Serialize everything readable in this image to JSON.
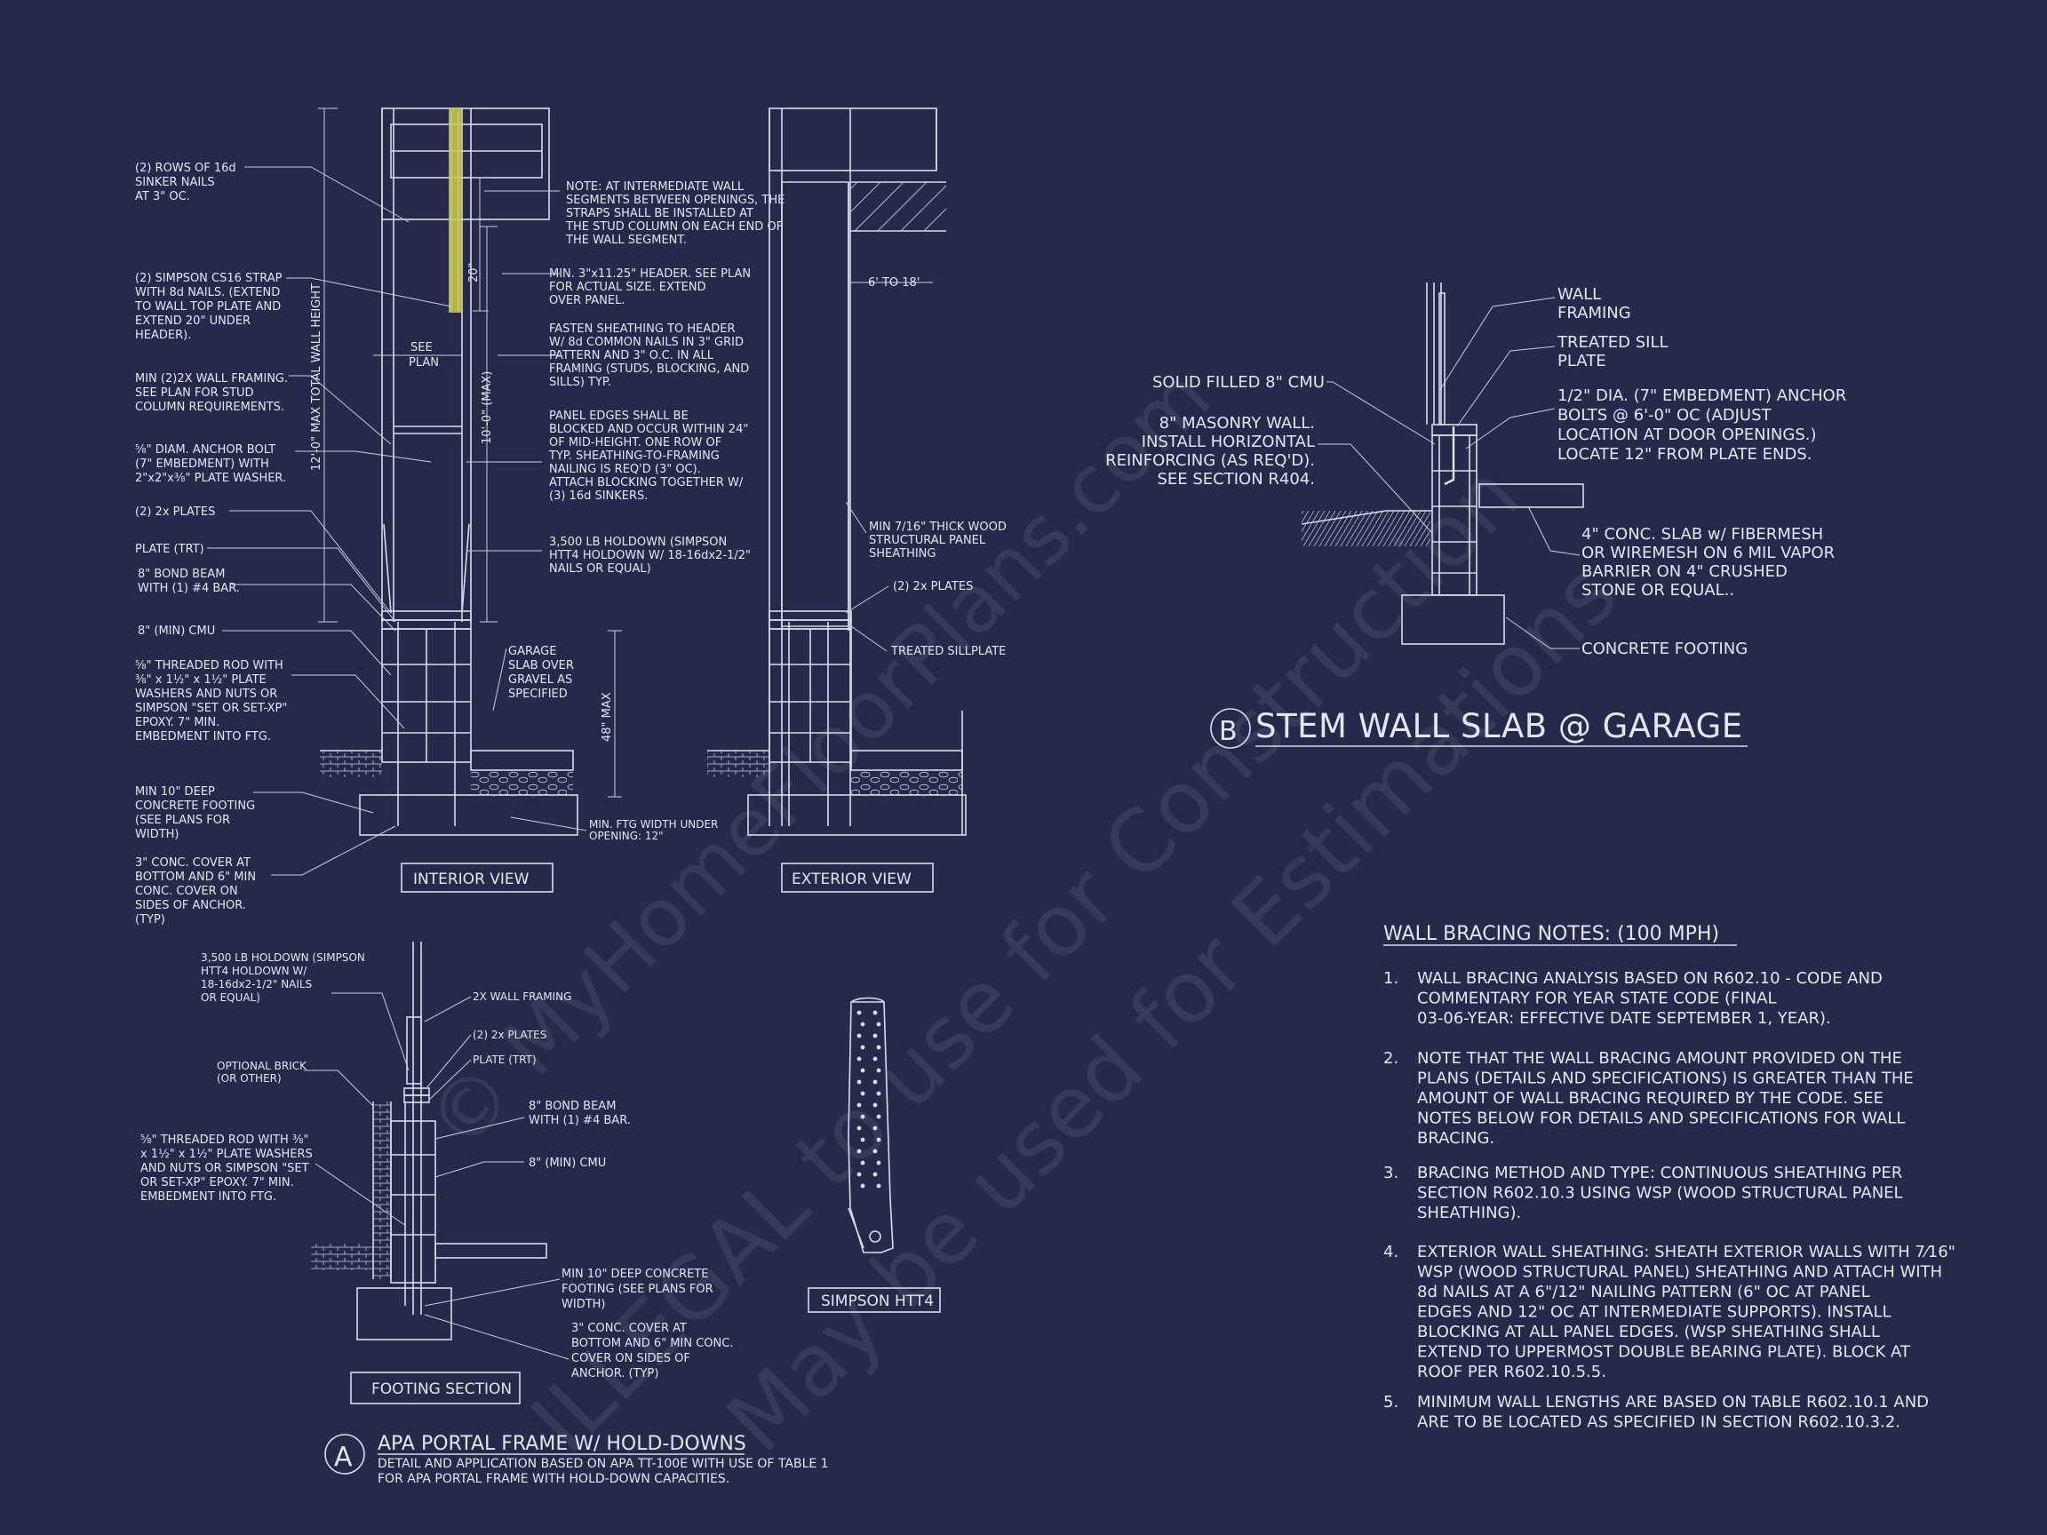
{
  "detail_A": {
    "interior_callouts": [
      [
        "(2) ROWS OF 16d",
        "SINKER NAILS",
        "AT 3\" OC."
      ],
      [
        "(2) SIMPSON CS16 STRAP",
        "WITH 8d NAILS. (EXTEND",
        "TO WALL TOP PLATE AND",
        "EXTEND 20\" UNDER",
        "HEADER)."
      ],
      [
        "MIN (2)2X WALL FRAMING.",
        "SEE PLAN FOR STUD",
        "COLUMN REQUIREMENTS."
      ],
      [
        "⅝\" DIAM. ANCHOR BOLT",
        "(7\" EMBEDMENT) WITH",
        "2\"x2\"x⅜\" PLATE WASHER."
      ],
      [
        "(2) 2x PLATES"
      ],
      [
        "PLATE (TRT)"
      ],
      [
        "8\" BOND BEAM",
        "WITH (1) #4 BAR."
      ],
      [
        "8\" (MIN) CMU"
      ],
      [
        "⅝\" THREADED ROD WITH",
        "⅜\" x 1½\" x 1½\" PLATE",
        "WASHERS AND NUTS OR",
        "SIMPSON \"SET OR SET-XP\"",
        "EPOXY.  7\" MIN.",
        "EMBEDMENT INTO FTG."
      ],
      [
        "MIN 10\" DEEP",
        "CONCRETE FOOTING",
        "(SEE PLANS FOR",
        "WIDTH)"
      ],
      [
        "3\" CONC. COVER AT",
        "BOTTOM AND 6\" MIN",
        "CONC. COVER ON",
        "SIDES OF ANCHOR.",
        "(TYP)"
      ]
    ],
    "center_notes": [
      [
        "NOTE: AT INTERMEDIATE WALL",
        "SEGMENTS BETWEEN OPENINGS, THE",
        "STRAPS SHALL BE INSTALLED AT",
        "THE STUD COLUMN ON EACH END OF",
        "THE WALL SEGMENT."
      ],
      [
        "MIN. 3\"x11.25\" HEADER. SEE PLAN",
        "FOR ACTUAL SIZE. EXTEND",
        "OVER PANEL."
      ],
      [
        "FASTEN SHEATHING TO HEADER",
        "W/ 8d COMMON NAILS IN 3\" GRID",
        "PATTERN AND 3\" O.C. IN ALL",
        "FRAMING (STUDS, BLOCKING, AND",
        "SILLS) TYP."
      ],
      [
        "PANEL EDGES SHALL BE",
        "BLOCKED AND OCCUR WITHIN 24\"",
        "OF MID-HEIGHT.  ONE ROW OF",
        "TYP. SHEATHING-TO-FRAMING",
        "NAILING IS REQ'D (3\" OC).",
        "ATTACH BLOCKING TOGETHER W/",
        "(3) 16d SINKERS."
      ],
      [
        "3,500 LB HOLDOWN (SIMPSON",
        "HTT4 HOLDOWN W/ 18-16dx2-1/2\"",
        "NAILS OR EQUAL)"
      ],
      [
        "GARAGE",
        "SLAB OVER",
        "GRAVEL AS",
        "SPECIFIED"
      ]
    ],
    "dims": {
      "total_wall": "12'-0\" MAX TOTAL WALL HEIGHT",
      "strap": "20\"",
      "see_plan": [
        "SEE",
        "PLAN"
      ],
      "ten_max": "10'-0\" (MAX)",
      "forty_eight": "48\" MAX",
      "min_ftg": [
        "MIN. FTG WIDTH UNDER",
        "OPENING: 12\""
      ],
      "six_to_18": "6' TO 18'"
    },
    "exterior_callouts": [
      [
        "MIN 7/16\" THICK WOOD",
        "STRUCTURAL PANEL",
        "SHEATHING"
      ],
      [
        "(2) 2x PLATES"
      ],
      [
        "TREATED SILLPLATE"
      ]
    ],
    "interior_view_label": "INTERIOR VIEW",
    "exterior_view_label": "EXTERIOR VIEW",
    "footing_callouts": [
      [
        "3,500 LB HOLDOWN (SIMPSON",
        "HTT4 HOLDOWN W/",
        "18-16dx2-1/2\" NAILS",
        "OR EQUAL)"
      ],
      [
        "2X WALL FRAMING"
      ],
      [
        "(2) 2x PLATES"
      ],
      [
        "PLATE (TRT)"
      ],
      [
        "OPTIONAL BRICK",
        "(OR OTHER)"
      ],
      [
        "8\" BOND BEAM",
        "WITH (1) #4 BAR."
      ],
      [
        "8\" (MIN) CMU"
      ],
      [
        "⅝\" THREADED ROD WITH ⅜\"",
        "x 1½\" x 1½\" PLATE WASHERS",
        "AND NUTS OR SIMPSON \"SET",
        "OR SET-XP\" EPOXY.  7\" MIN.",
        "EMBEDMENT INTO FTG."
      ],
      [
        "MIN 10\" DEEP CONCRETE",
        "FOOTING (SEE PLANS FOR",
        "WIDTH)"
      ],
      [
        "3\" CONC. COVER AT",
        "BOTTOM AND 6\" MIN CONC.",
        "COVER ON SIDES OF",
        "ANCHOR. (TYP)"
      ]
    ],
    "footing_section_label": "FOOTING SECTION",
    "simpson_label": "SIMPSON HTT4",
    "title_letter": "A",
    "title": "APA PORTAL FRAME W/ HOLD-DOWNS",
    "subtitle": [
      "DETAIL AND APPLICATION BASED ON APA TT-100E WITH USE OF TABLE 1",
      "FOR APA PORTAL FRAME WITH HOLD-DOWN CAPACITIES."
    ]
  },
  "detail_B": {
    "callouts_right": [
      [
        "WALL",
        "FRAMING"
      ],
      [
        "TREATED SILL",
        "PLATE"
      ],
      [
        "1/2\" DIA. (7\" EMBEDMENT) ANCHOR",
        "BOLTS @ 6'-0\" OC (ADJUST",
        "LOCATION AT DOOR OPENINGS.)",
        "LOCATE 12\" FROM PLATE ENDS."
      ],
      [
        "4\" CONC. SLAB w/ FIBERMESH",
        "OR WIREMESH ON 6 MIL VAPOR",
        "BARRIER ON 4\" CRUSHED",
        "STONE OR EQUAL.."
      ],
      [
        "CONCRETE FOOTING"
      ]
    ],
    "callouts_left": [
      [
        "SOLID FILLED 8\" CMU"
      ],
      [
        "8\" MASONRY WALL.",
        "INSTALL HORIZONTAL",
        "REINFORCING (AS REQ'D).",
        "SEE SECTION R404."
      ]
    ],
    "title_letter": "B",
    "title": "STEM WALL SLAB @ GARAGE"
  },
  "notes": {
    "heading": "WALL BRACING NOTES: (100 MPH)",
    "items": [
      {
        "num": "1.",
        "lines": [
          "WALL BRACING ANALYSIS BASED ON R602.10 - CODE AND",
          "COMMENTARY FOR YEAR STATE CODE (FINAL",
          "03-06-YEAR: EFFECTIVE DATE SEPTEMBER 1, YEAR)."
        ]
      },
      {
        "num": "2.",
        "lines": [
          "NOTE THAT THE WALL BRACING AMOUNT PROVIDED ON THE",
          "PLANS (DETAILS AND SPECIFICATIONS) IS GREATER THAN THE",
          "AMOUNT OF WALL BRACING REQUIRED BY THE CODE. SEE",
          "NOTES BELOW FOR DETAILS AND SPECIFICATIONS FOR WALL",
          "BRACING."
        ]
      },
      {
        "num": "3.",
        "lines": [
          "BRACING METHOD AND TYPE: CONTINUOUS SHEATHING PER",
          "SECTION R602.10.3 USING WSP (WOOD STRUCTURAL PANEL",
          "SHEATHING)."
        ]
      },
      {
        "num": "4.",
        "lines": [
          "EXTERIOR WALL SHEATHING: SHEATH EXTERIOR WALLS WITH 7⁄16\"",
          "WSP (WOOD STRUCTURAL PANEL) SHEATHING AND ATTACH WITH",
          "8d NAILS AT A 6\"/12\" NAILING PATTERN (6\" OC AT PANEL",
          "EDGES AND 12\" OC AT INTERMEDIATE SUPPORTS). INSTALL",
          "BLOCKING AT ALL PANEL EDGES. (WSP SHEATHING SHALL",
          "EXTEND TO UPPERMOST DOUBLE BEARING PLATE). BLOCK AT",
          "ROOF PER R602.10.5.5."
        ]
      },
      {
        "num": "5.",
        "lines": [
          "MINIMUM WALL LENGTHS ARE BASED ON TABLE R602.10.1 AND",
          "ARE TO BE LOCATED AS SPECIFIED IN SECTION R602.10.3.2."
        ]
      }
    ]
  },
  "watermark": [
    "© MyHomeFloorPlans.com",
    "ILLEGAL to use for Construction",
    "May be used for Estimations"
  ],
  "colors": {
    "background": "#262a4a",
    "linework": "#d9dbea",
    "strap": "#c8c83a"
  }
}
